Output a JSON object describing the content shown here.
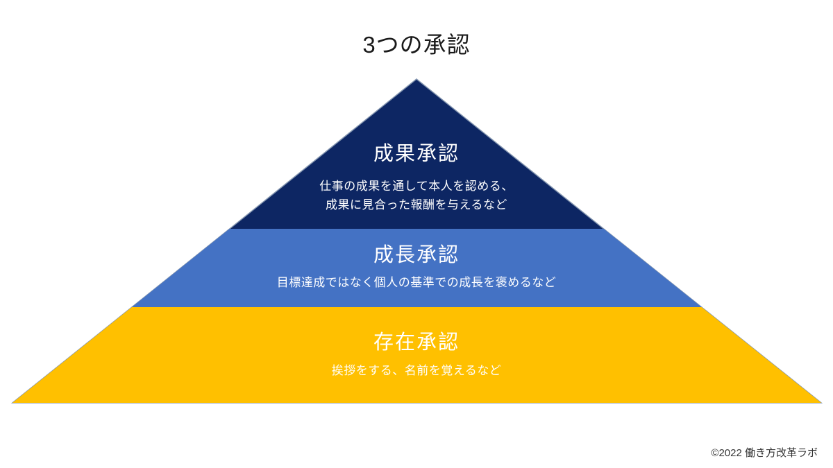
{
  "title": "3つの承認",
  "pyramid": {
    "outline_color": "#8496b0",
    "layers": [
      {
        "name": "成果承認",
        "description_lines": [
          "仕事の成果を通して本人を認める、",
          "成果に見合った報酬を与えるなど"
        ],
        "color": "#0d2663",
        "text_color": "#ffffff"
      },
      {
        "name": "成長承認",
        "description_lines": [
          "目標達成ではなく個人の基準での成長を褒めるなど"
        ],
        "color": "#4472c4",
        "text_color": "#ffffff"
      },
      {
        "name": "存在承認",
        "description_lines": [
          "挨拶をする、名前を覚えるなど"
        ],
        "color": "#ffc000",
        "text_color": "#ffffff"
      }
    ]
  },
  "footer": {
    "copyright": "©2022 働き方改革ラボ"
  }
}
